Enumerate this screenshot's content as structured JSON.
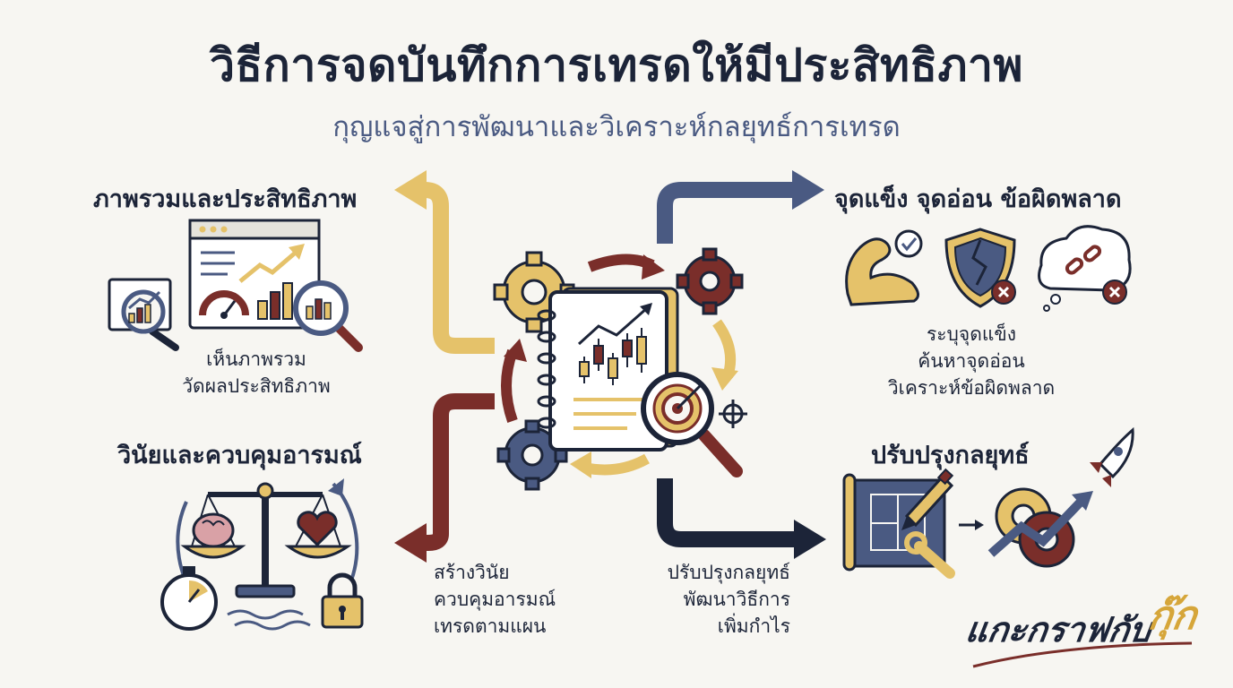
{
  "title": "วิธีการจดบันทึกการเทรดให้มีประสิทธิภาพ",
  "subtitle": "กุญแจสู่การพัฒนาและวิเคราะห์กลยุทธ์การเทรด",
  "sections": {
    "overview": {
      "heading": "ภาพรวมและประสิทธิภาพ",
      "lines": [
        "เห็นภาพรวม",
        "วัดผลประสิทธิภาพ"
      ]
    },
    "discipline": {
      "heading": "วินัยและควบคุมอารมณ์",
      "lines": [
        "สร้างวินัย",
        "ควบคุมอารมณ์",
        "เทรดตามแผน"
      ]
    },
    "strengths": {
      "heading": "จุดแข็ง จุดอ่อน ข้อผิดพลาด",
      "lines": [
        "ระบุจุดแข็ง",
        "ค้นหาจุดอ่อน",
        "วิเคราะห์ข้อผิดพลาด"
      ]
    },
    "strategy": {
      "heading": "ปรับปรุงกลยุทธ์",
      "lines": [
        "ปรับปรุงกลยุทธ์",
        "พัฒนาวิธีการ",
        "เพิ่มกำไร"
      ]
    }
  },
  "brand": {
    "main": "แกะกราฟกับ",
    "accent": "กุ๊ก"
  },
  "colors": {
    "navy": "#1c2438",
    "slate": "#4a5a82",
    "gold": "#e5c26a",
    "maroon": "#7a2e2a",
    "cream": "#f7f6f2"
  }
}
